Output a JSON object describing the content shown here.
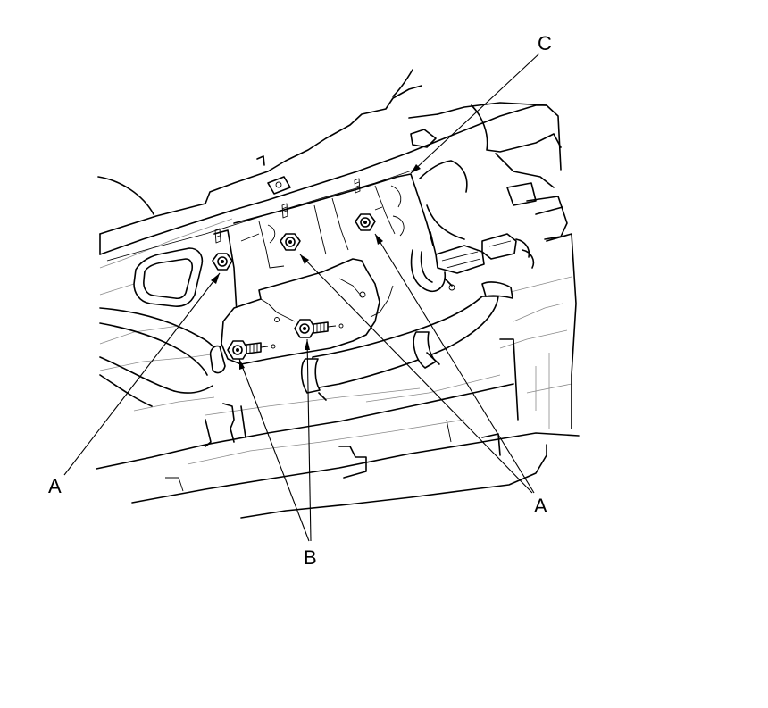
{
  "diagram": {
    "labels": {
      "a_left": "A",
      "a_right": "A",
      "b": "B",
      "c": "C"
    }
  }
}
